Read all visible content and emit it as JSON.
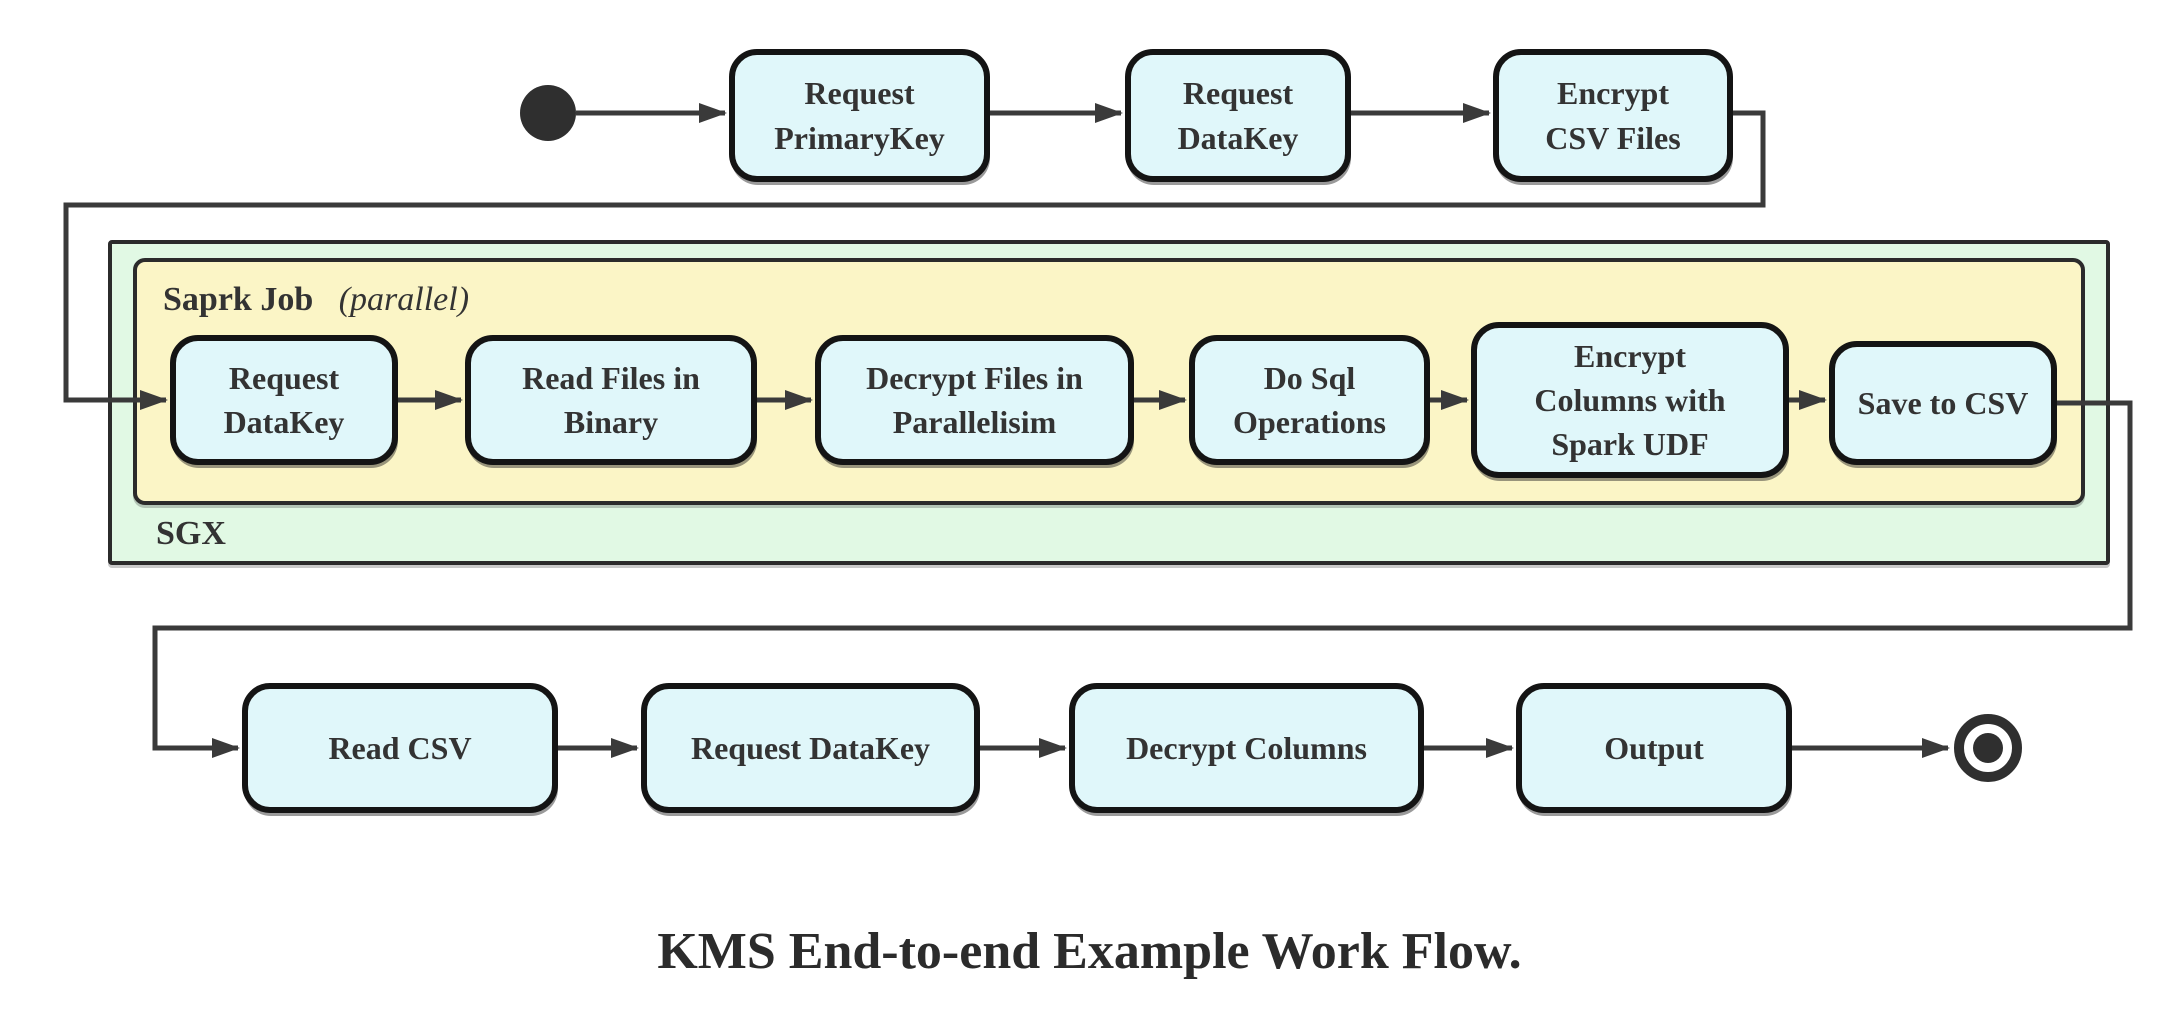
{
  "title": "KMS End-to-end Example Work Flow.",
  "colors": {
    "node_fill": "#e0f7fa",
    "node_border": "#141414",
    "sgx_fill": "#e1f9e4",
    "spark_fill": "#fbf5c6",
    "container_border": "#2b2b2b",
    "edge": "#3a3a3a",
    "text": "#333333",
    "start_end_state": "#2f2f2f"
  },
  "top_nodes": [
    {
      "id": "request-primarykey",
      "label": "Request\nPrimaryKey"
    },
    {
      "id": "request-datakey",
      "label": "Request\nDataKey"
    },
    {
      "id": "encrypt-csv-files",
      "label": "Encrypt\nCSV Files"
    }
  ],
  "sgx": {
    "label": "SGX"
  },
  "spark_job": {
    "label_bold": "Saprk Job",
    "label_italic": "(parallel)"
  },
  "spark_nodes": [
    {
      "id": "request-datakey-2",
      "label": "Request\nDataKey"
    },
    {
      "id": "read-files-in-binary",
      "label": "Read Files in\nBinary"
    },
    {
      "id": "decrypt-files-in-parallelisim",
      "label": "Decrypt Files in\nParallelisim"
    },
    {
      "id": "do-sql-operations",
      "label": "Do Sql\nOperations"
    },
    {
      "id": "encrypt-columns-with-spark-udf",
      "label": "Encrypt\nColumns with\nSpark UDF"
    },
    {
      "id": "save-to-csv",
      "label": "Save to CSV"
    }
  ],
  "bottom_nodes": [
    {
      "id": "read-csv",
      "label": "Read CSV"
    },
    {
      "id": "request-datakey-3",
      "label": "Request DataKey"
    },
    {
      "id": "decrypt-columns",
      "label": "Decrypt Columns"
    },
    {
      "id": "output",
      "label": "Output"
    }
  ]
}
